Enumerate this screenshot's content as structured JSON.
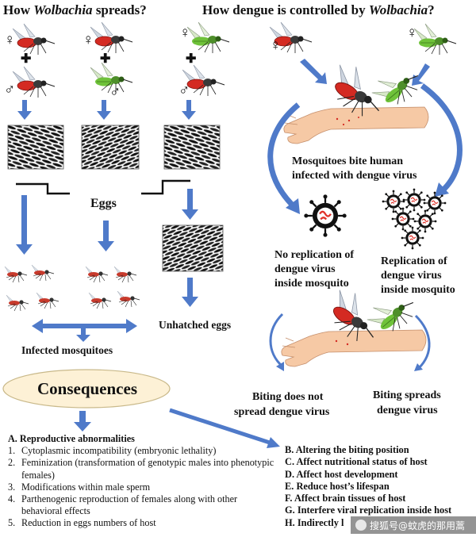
{
  "titles": {
    "left_prefix": "How ",
    "left_italic": "Wolbachia",
    "left_suffix": " spreads?",
    "right_prefix": "How dengue is controlled by ",
    "right_italic": "Wolbachia",
    "right_suffix": "?"
  },
  "symbols": {
    "female": "♀",
    "male": "♂",
    "plus": "✚"
  },
  "labels": {
    "eggs": "Eggs",
    "unhatched_eggs": "Unhatched eggs",
    "infected_mosquitoes": "Infected mosquitoes",
    "bite_line1": "Mosquitoes bite human",
    "bite_line2": "infected with dengue virus",
    "no_rep_line1": "No replication of",
    "no_rep_line2": "dengue virus",
    "no_rep_line3": "inside mosquito",
    "rep_line1": "Replication of",
    "rep_line2": "dengue virus",
    "rep_line3": "inside mosquito",
    "no_spread_line1": "Biting does not",
    "no_spread_line2": "spread dengue virus",
    "spread_line1": "Biting spreads",
    "spread_line2": "dengue virus"
  },
  "consequences": {
    "title": "Consequences",
    "reproductive_head": "A. Reproductive abnormalities",
    "reproductive_items": [
      {
        "num": "1.",
        "text": "Cytoplasmic incompatibility (embryonic lethality)"
      },
      {
        "num": "2.",
        "text": "Feminization (transformation of genotypic males into phenotypic females)"
      },
      {
        "num": "3.",
        "text": "Modifications within male sperm"
      },
      {
        "num": "4.",
        "text": "Parthenogenic reproduction of females along with other behavioral effects"
      },
      {
        "num": "5.",
        "text": "Reduction in eggs numbers of host"
      }
    ],
    "other_items": [
      "B. Altering the biting position",
      "C. Affect nutritional status of host",
      "D. Affect host development",
      "E. Reduce host’s lifespan",
      "F. Affect brain tissues of host",
      "G. Interfere viral replication inside host",
      "H. Indirectly l"
    ]
  },
  "watermark": "搜狐号@蚊虎的那用蒿",
  "colors": {
    "arrow_blue": "#4f7ac9",
    "arrow_stroke": "#3e66b3",
    "consequence_fill": "#fdf1d6",
    "consequence_stroke": "#c9b98a",
    "mosquito_red": "#d42a22",
    "mosquito_green": "#6fc23a",
    "skin": "#f6c9a5"
  }
}
